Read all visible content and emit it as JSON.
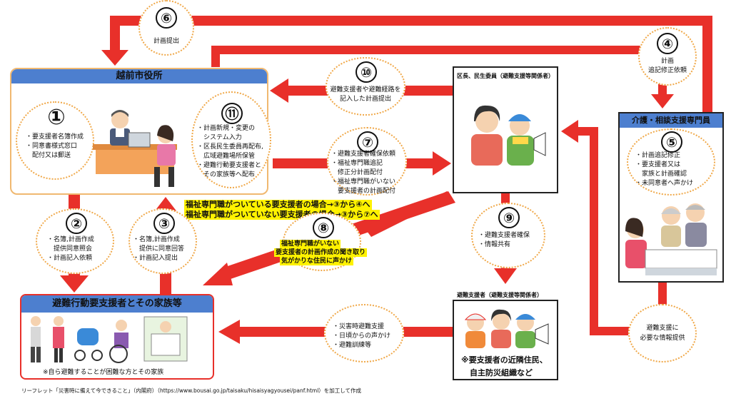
{
  "city_office": {
    "title": "越前市役所",
    "step1": {
      "num": "①",
      "lines": [
        "・要支援者名簿作成",
        "・同意書様式窓口",
        "　配付又は郵送"
      ]
    },
    "step11": {
      "num": "⑪",
      "lines": [
        "・計画新規・変更の",
        "　システム入力",
        "・区長民生委員再配布,",
        "　広域避難場所保管",
        "・避難行動要支援者と",
        "　その家族等へ配布"
      ]
    }
  },
  "family_box": {
    "title": "避難行動要支援者とその家族等",
    "note": "※自ら避難することが困難な方とその家族"
  },
  "ward_box": {
    "title": "区長、民生委員（避難支援等関係者）"
  },
  "care_box": {
    "title": "介護・相談支援専門員",
    "step5": {
      "num": "⑤",
      "lines": [
        "・計画追記修正",
        "・要支援者又は",
        "　家族と計画確認",
        "・未同意者へ声かけ"
      ]
    }
  },
  "support_box": {
    "title": "避難支援者（避難支援等関係者）",
    "desc": [
      "※要支援者の近隣住民、",
      "自主防災組織など"
    ]
  },
  "steps": {
    "s2": {
      "num": "②",
      "lines": [
        "・名簿,計画作成",
        "　提供同意照会",
        "・計画記入依頼"
      ]
    },
    "s3": {
      "num": "③",
      "lines": [
        "・名簿,計画作成",
        "　提供に同意回答",
        "・計画記入提出"
      ]
    },
    "s4": {
      "num": "④",
      "lines": [
        "計画",
        "追記修正依頼"
      ]
    },
    "s6": {
      "num": "⑥",
      "lines": [
        "計画提出"
      ]
    },
    "s7": {
      "num": "⑦",
      "lines": [
        "・避難支援者確保依頼",
        "・福祉専門職追記",
        "　修正分計画配付",
        "・福祉専門職がいない",
        "　要支援者の計画配付"
      ]
    },
    "s8": {
      "num": "⑧",
      "lines": [
        "福祉専門職がいない",
        "要支援者の計画作成の聞き取り",
        "気がかりな住民に声かけ"
      ]
    },
    "s9": {
      "num": "⑨",
      "lines": [
        "・避難支援者確保",
        "・情報共有"
      ]
    },
    "s10": {
      "num": "⑩",
      "lines": [
        "避難支援者や避難経路を",
        "記入した計画提出"
      ]
    },
    "support_out": {
      "lines": [
        "・災害時避難支援",
        "・日頃からの声かけ",
        "・避難訓練等"
      ]
    },
    "care_out": {
      "lines": [
        "避難支援に",
        "必要な情報提供"
      ]
    }
  },
  "highlight": {
    "line1": "福祉専門職がついている要支援者の場合→③から④へ",
    "line2": "福祉専門職がついていない要支援者の場合→③から⑦へ"
  },
  "footer": "リーフレット「災害時に備えて今できること」（内閣府）（https://www.bousai.go.jp/taisaku/hisaisyagyousei/panf.html）を加工して作成",
  "colors": {
    "arrow": "#e8302a",
    "header": "#4d7fcf",
    "dotted": "#f0a848",
    "highlight": "#fff200"
  }
}
